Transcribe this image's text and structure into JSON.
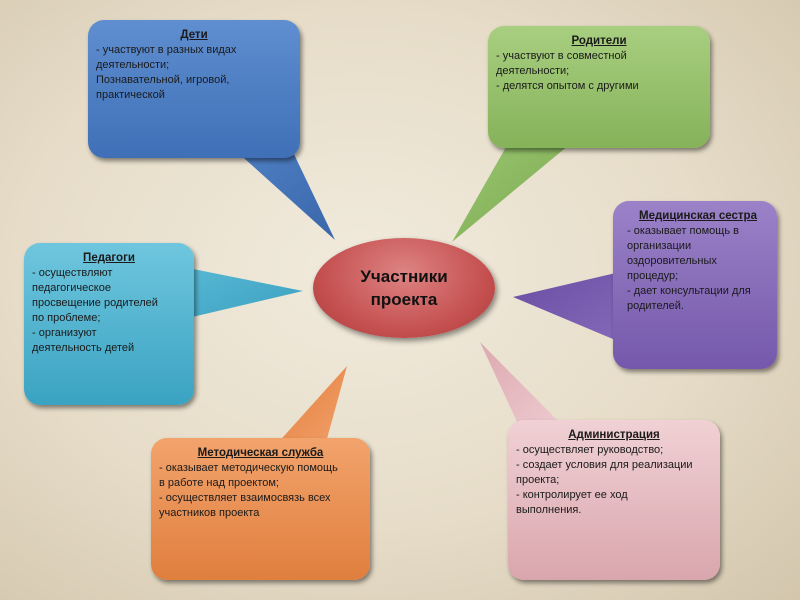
{
  "center": {
    "lines": [
      "Участники",
      "проекта"
    ],
    "color": "#c44f4f"
  },
  "boxes": {
    "children": {
      "title": "Дети",
      "lines": [
        "- участвуют в разных видах",
        "деятельности;",
        "Познавательной, игровой,",
        "практической"
      ],
      "color": "#4a7bc0"
    },
    "parents": {
      "title": "Родители",
      "lines": [
        "- участвуют в совместной",
        "деятельности;",
        "- делятся опытом с другими"
      ],
      "color": "#93c06a"
    },
    "teachers": {
      "title": "Педагоги",
      "lines": [
        "- осуществляют",
        "педагогическое",
        "просвещение родителей",
        "по проблеме;",
        "- организуют",
        "деятельность детей"
      ],
      "color": "#4fb3cf"
    },
    "nurse": {
      "title": "Медицинская сестра",
      "lines": [
        "- оказывает помощь в",
        "организации",
        "оздоровительных",
        "процедур;",
        "- дает консультации для",
        "родителей."
      ],
      "color": "#8466b8"
    },
    "method": {
      "title": "Методическая служба",
      "lines": [
        "- оказывает методическую помощь",
        "в работе над проектом;",
        "- осуществляет взаимосвязь всех",
        "участников проекта"
      ],
      "color": "#ea8d4f"
    },
    "admin": {
      "title": "Администрация",
      "lines": [
        "- осуществляет руководство;",
        "- создает условия для реализации",
        "проекта;",
        "- контролирует ее ход",
        "выполнения."
      ],
      "color": "#e3b5ba"
    }
  }
}
